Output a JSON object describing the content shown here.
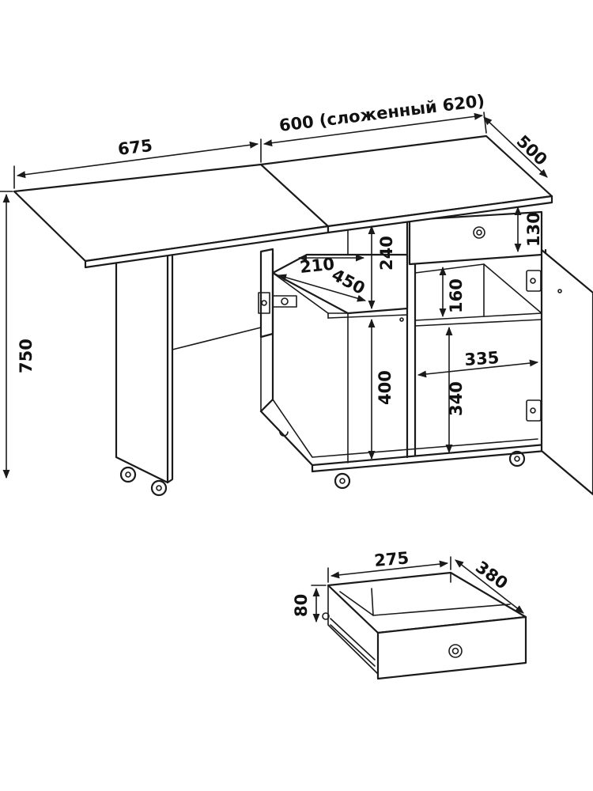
{
  "labels": {
    "width_leaf": "675",
    "width_body": "600 (сложенный 620)",
    "depth": "500",
    "height": "750",
    "drawer_front_h": "130",
    "shelf_depth": "210",
    "shelf_width": "450",
    "open_h": "240",
    "niche_h": "160",
    "lower_h": "400",
    "inner_w": "335",
    "inner_h": "340",
    "drawer_w": "275",
    "drawer_d": "380",
    "drawer_h": "80"
  }
}
